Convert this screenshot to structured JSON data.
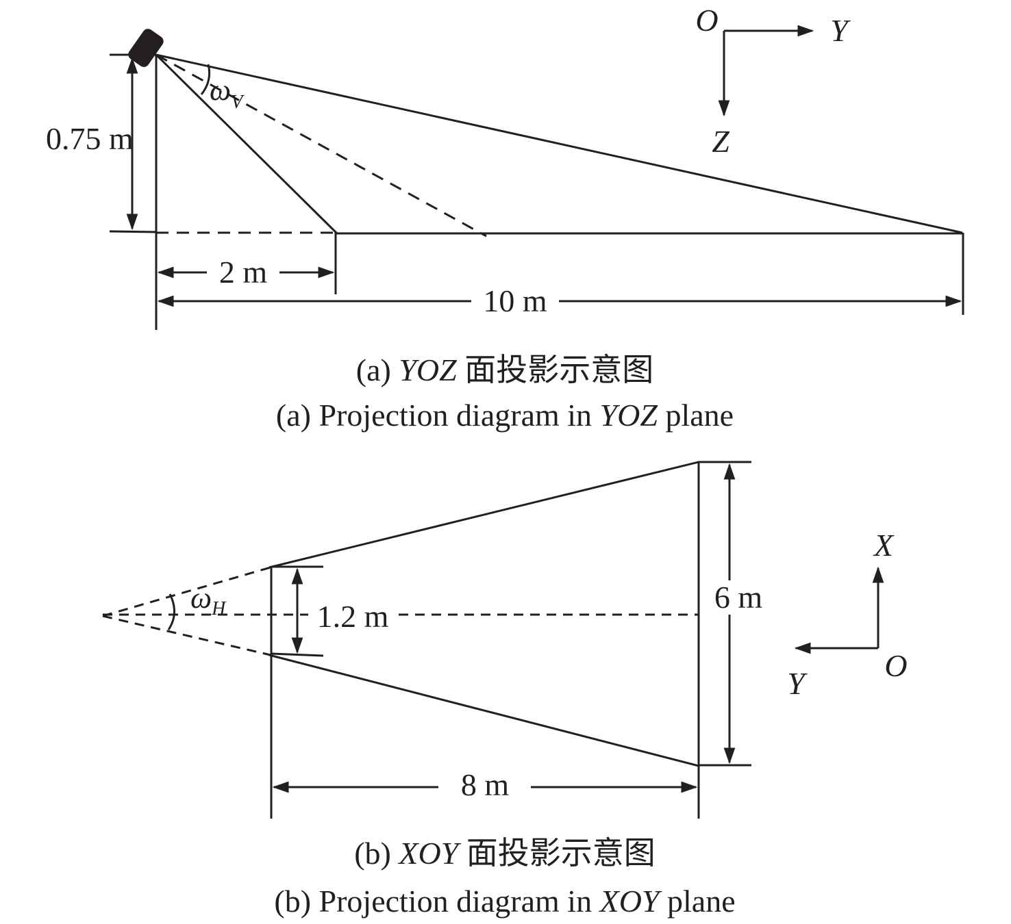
{
  "panel_a": {
    "height_label": "0.75 m",
    "near_label": "2 m",
    "far_label": "10 m",
    "angle_symbol": "ω",
    "angle_sub": "V",
    "axes": {
      "origin": "O",
      "horizontal": "Y",
      "vertical": "Z"
    },
    "caption_cn_prefix": "(a) ",
    "caption_cn_italic": "YOZ",
    "caption_cn_suffix": " 面投影示意图",
    "caption_en_prefix": "(a) Projection diagram in ",
    "caption_en_italic": "YOZ",
    "caption_en_suffix": " plane"
  },
  "panel_b": {
    "near_width_label": "1.2 m",
    "far_width_label": "6 m",
    "length_label": "8 m",
    "angle_symbol": "ω",
    "angle_sub": "H",
    "axes": {
      "origin": "O",
      "horizontal": "Y",
      "vertical": "X"
    },
    "caption_cn_prefix": "(b) ",
    "caption_cn_italic": "XOY",
    "caption_cn_suffix": " 面投影示意图",
    "caption_en_prefix": "(b) Projection diagram in ",
    "caption_en_italic": "XOY",
    "caption_en_suffix": " plane"
  }
}
